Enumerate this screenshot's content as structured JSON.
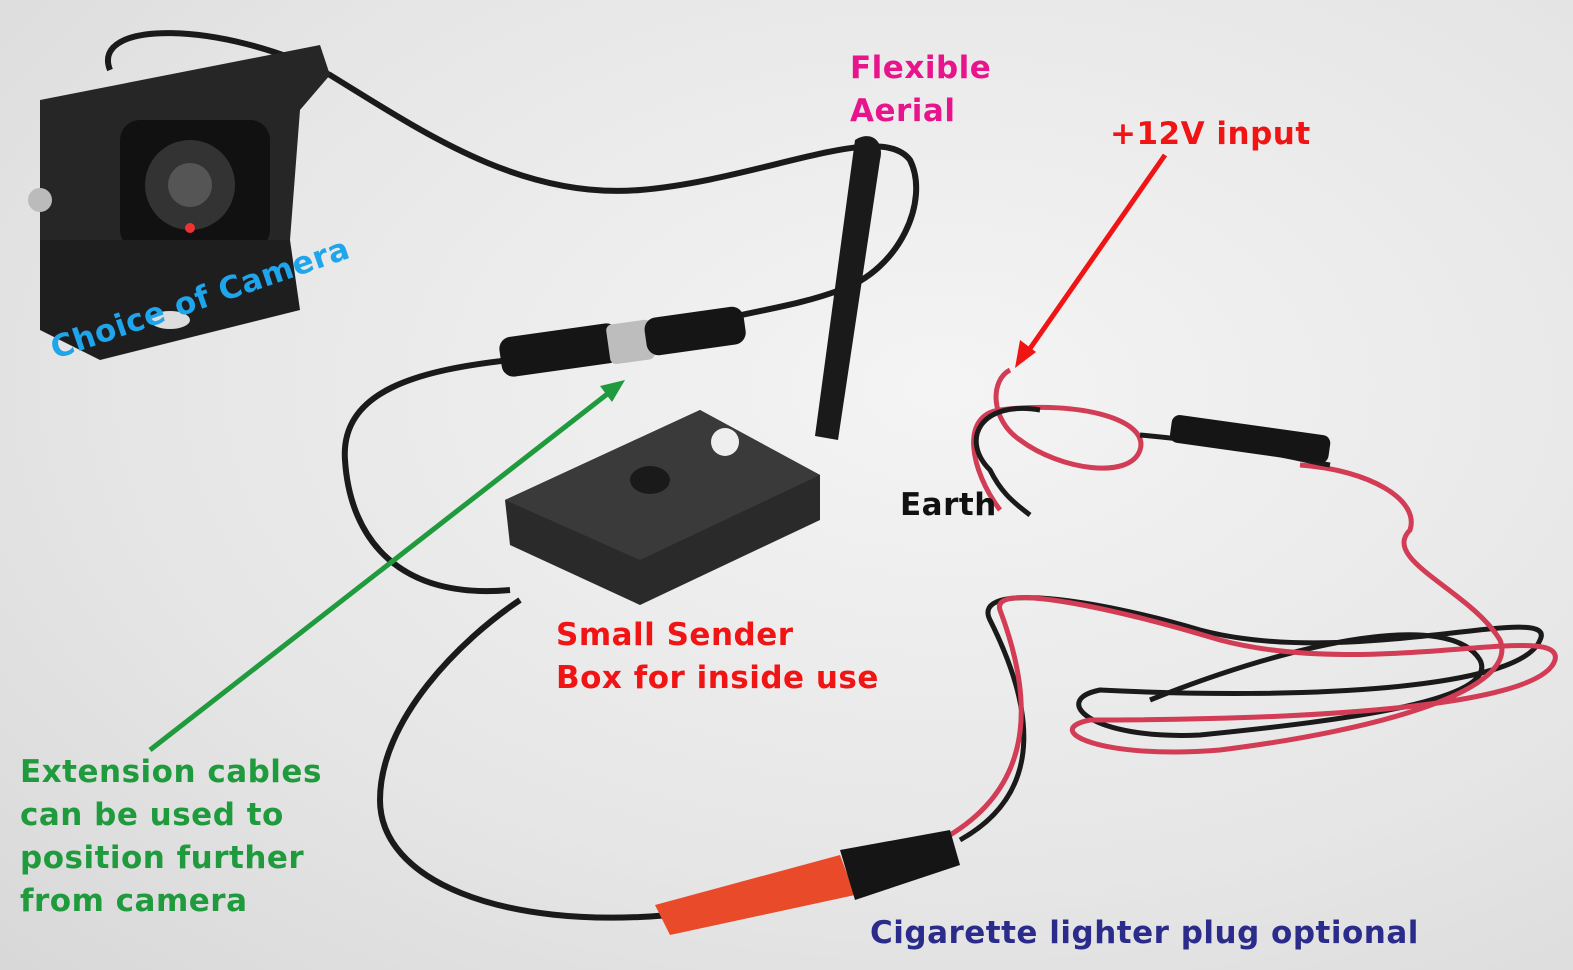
{
  "labels": {
    "aerial": [
      "Flexible",
      "Aerial"
    ],
    "power_input": "+12V input",
    "camera": "Choice of Camera",
    "earth": "Earth",
    "sender": [
      "Small Sender",
      "Box for inside use"
    ],
    "extension": [
      "Extension cables",
      "can be used to",
      "position further",
      "from camera"
    ],
    "cigarette": "Cigarette lighter plug optional"
  },
  "colors": {
    "aerial": "#e8148c",
    "power_input": "#f01414",
    "camera": "#1ea5ec",
    "earth": "#111111",
    "sender": "#f01414",
    "extension": "#1f9a3c",
    "cigarette": "#2b2b8c"
  }
}
